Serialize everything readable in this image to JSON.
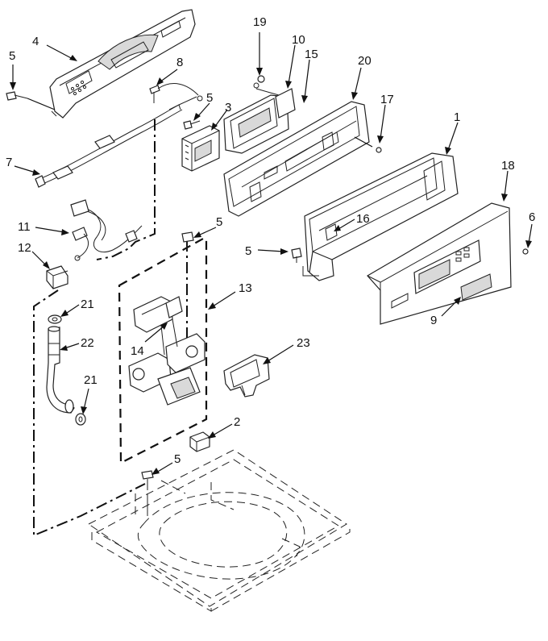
{
  "diagram": {
    "callouts": [
      {
        "id": "c1",
        "text": "1"
      },
      {
        "id": "c2",
        "text": "2"
      },
      {
        "id": "c3",
        "text": "3"
      },
      {
        "id": "c4",
        "text": "4"
      },
      {
        "id": "c5a",
        "text": "5"
      },
      {
        "id": "c5b",
        "text": "5"
      },
      {
        "id": "c5c",
        "text": "5"
      },
      {
        "id": "c5d",
        "text": "5"
      },
      {
        "id": "c5e",
        "text": "5"
      },
      {
        "id": "c6",
        "text": "6"
      },
      {
        "id": "c7",
        "text": "7"
      },
      {
        "id": "c8",
        "text": "8"
      },
      {
        "id": "c9",
        "text": "9"
      },
      {
        "id": "c10",
        "text": "10"
      },
      {
        "id": "c11",
        "text": "11"
      },
      {
        "id": "c12",
        "text": "12"
      },
      {
        "id": "c13",
        "text": "13"
      },
      {
        "id": "c14",
        "text": "14"
      },
      {
        "id": "c15",
        "text": "15"
      },
      {
        "id": "c16",
        "text": "16"
      },
      {
        "id": "c17",
        "text": "17"
      },
      {
        "id": "c18",
        "text": "18"
      },
      {
        "id": "c19",
        "text": "19"
      },
      {
        "id": "c20",
        "text": "20"
      },
      {
        "id": "c21a",
        "text": "21"
      },
      {
        "id": "c21b",
        "text": "21"
      },
      {
        "id": "c22",
        "text": "22"
      },
      {
        "id": "c23",
        "text": "23"
      }
    ]
  }
}
